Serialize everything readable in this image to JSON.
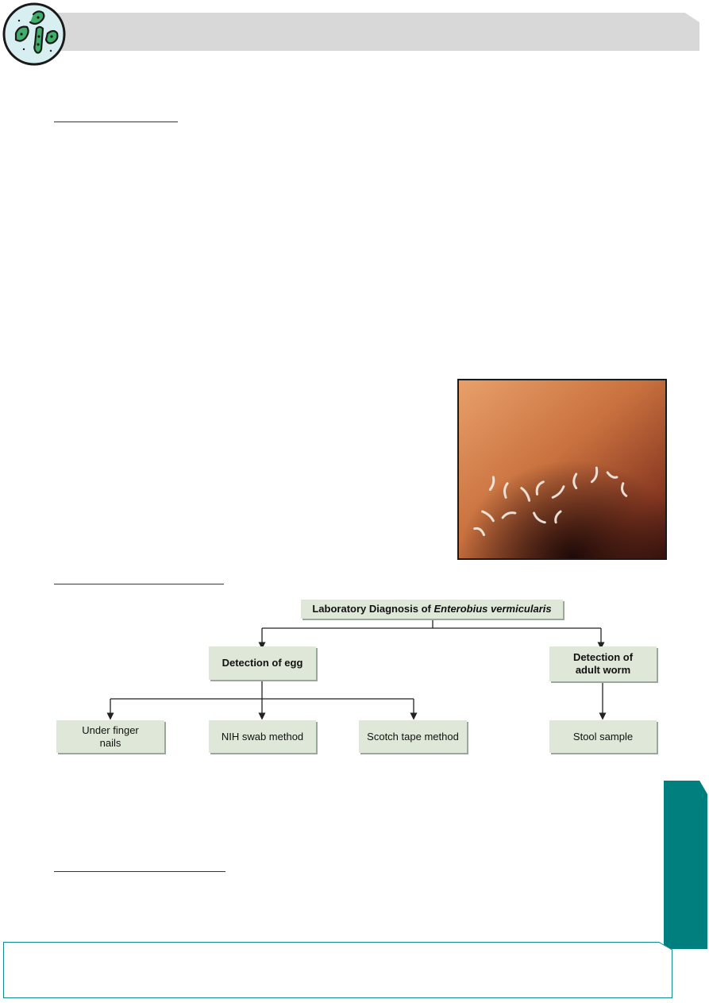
{
  "header": {
    "icon": "bacteria-icon"
  },
  "flowchart": {
    "title_prefix": "Laboratory Diagnosis of ",
    "title_organism": "Enterobius vermicularis",
    "egg_node": "Detection of egg",
    "adult_node": "Detection of adult worm",
    "egg_methods": [
      "Under finger nails",
      "NIH swab method",
      "Scotch tape method"
    ],
    "adult_methods": [
      "Stool sample"
    ]
  },
  "colors": {
    "accent": "#007f7f",
    "box_fill": "#dfe8d8",
    "rule": "#1f3a6e"
  }
}
